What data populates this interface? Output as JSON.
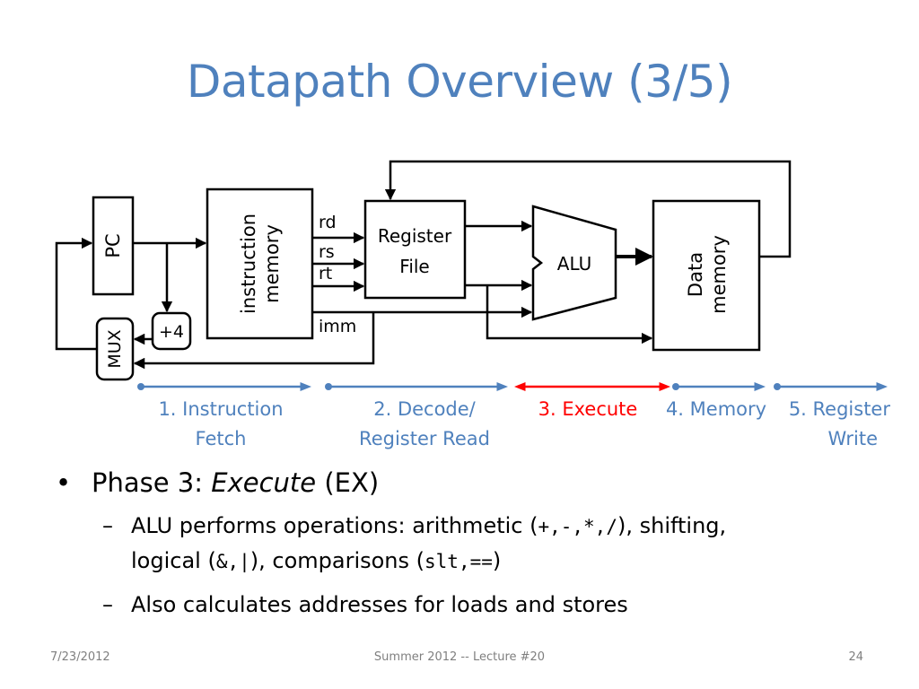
{
  "slide": {
    "title": "Datapath Overview (3/5)"
  },
  "diagram": {
    "pc_label": "PC",
    "mux_label": "MUX",
    "plus4_label": "+4",
    "imem_label_1": "instruction",
    "imem_label_2": "memory",
    "field_rd": "rd",
    "field_rs": "rs",
    "field_rt": "rt",
    "field_imm": "imm",
    "regfile_label_1": "Register",
    "regfile_label_2": "File",
    "alu_label": "ALU",
    "dmem_label_1": "Data",
    "dmem_label_2": "memory"
  },
  "phases": [
    {
      "line1": "1. Instruction",
      "line2": "Fetch"
    },
    {
      "line1": "2. Decode/",
      "line2": "Register Read"
    },
    {
      "line1": "3. Execute",
      "line2": ""
    },
    {
      "line1": "4. Memory",
      "line2": ""
    },
    {
      "line1": "5. Register",
      "line2": "Write"
    }
  ],
  "bullets": {
    "b1_prefix": "Phase 3: ",
    "b1_italic": "Execute",
    "b1_suffix": " (EX)",
    "b2_text1": "ALU performs operations:  arithmetic (",
    "b2_ops": "+,-,*,/",
    "b2_text2": "), shifting,",
    "b2_text3": "logical (",
    "b2_logic": "&,|",
    "b2_text4": "), comparisons (",
    "b2_comp": "slt,==",
    "b2_text5": ")",
    "b3_text": "Also calculates addresses for loads and stores"
  },
  "footer": {
    "date": "7/23/2012",
    "course": "Summer 2012 -- Lecture #20",
    "page": "24"
  },
  "colors": {
    "title": "#4f81bd",
    "phase": "#4f81bd",
    "active_phase": "#ff0000",
    "footer": "#7f7f7f"
  }
}
